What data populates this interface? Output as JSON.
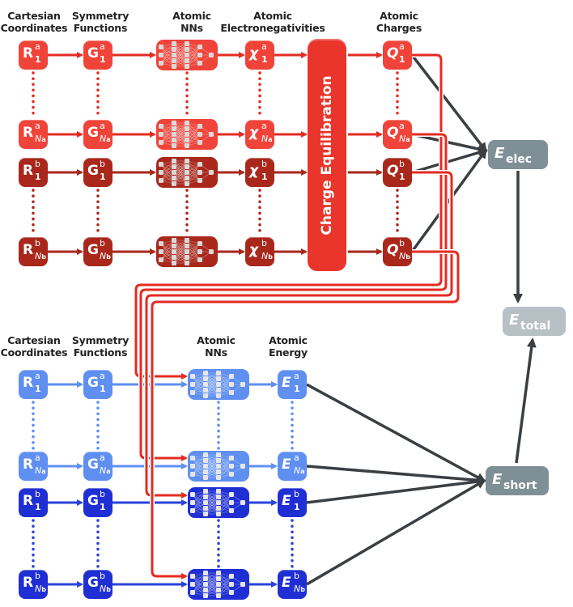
{
  "top_headers": {
    "cartesian": [
      "Cartesian",
      "Coordinates"
    ],
    "symmetry": [
      "Symmetry",
      "Functions"
    ],
    "nns": [
      "Atomic",
      "NNs"
    ],
    "electroneg": [
      "Atomic",
      "Electronegativities"
    ],
    "charges": [
      "Atomic",
      "Charges"
    ]
  },
  "bottom_headers": {
    "cartesian": [
      "Cartesian",
      "Coordinates"
    ],
    "symmetry": [
      "Symmetry",
      "Functions"
    ],
    "nns": [
      "Atomic",
      "NNs"
    ],
    "energy": [
      "Atomic",
      "Energy"
    ]
  },
  "charge_equilibration": "Charge Equilibration",
  "rows": [
    {
      "sup": "a",
      "sub": "1",
      "sub_italic": false
    },
    {
      "sup": "a",
      "sub": "N",
      "sub_small": "a",
      "sub_italic": true
    },
    {
      "sup": "b",
      "sub": "1",
      "sub_italic": false
    },
    {
      "sup": "b",
      "sub": "N",
      "sub_small": "b",
      "sub_italic": true
    }
  ],
  "symbols": {
    "coord": "R",
    "symfunc": "G",
    "electroneg": "χ",
    "charge": "Q",
    "energy": "E"
  },
  "totals": {
    "elec": {
      "main": "E",
      "sub": "elec"
    },
    "total": {
      "main": "E",
      "sub": "total"
    },
    "short": {
      "main": "E",
      "sub": "short"
    }
  },
  "colors": {
    "red_light": "#f0443a",
    "red_dark": "#a9271b",
    "blue_light": "#5f8ff0",
    "blue_dark": "#1f2fd4",
    "grey": "#7f8f96",
    "grey_light": "#b7c0c4",
    "arrow_dark": "#3a3f44",
    "route_red": "#e42b22"
  }
}
